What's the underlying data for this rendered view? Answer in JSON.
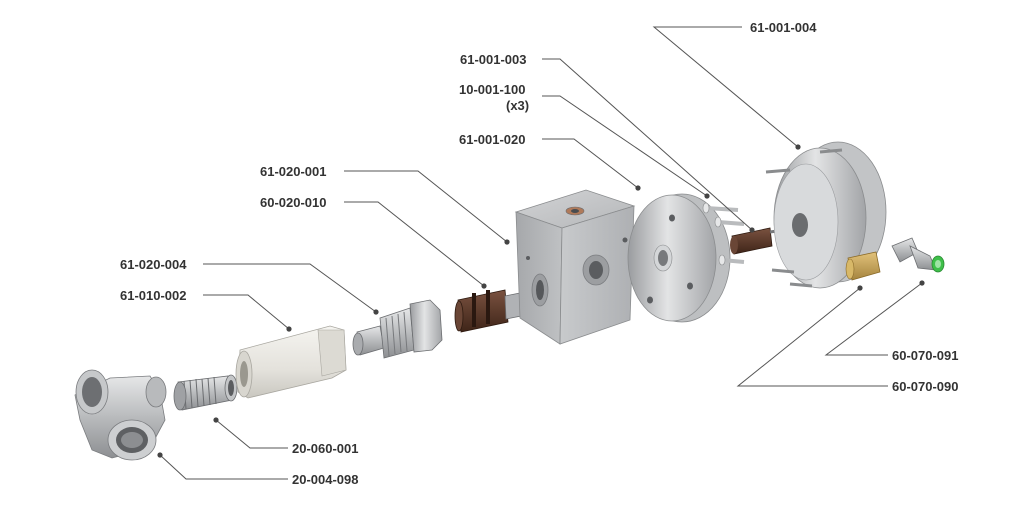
{
  "parts": [
    {
      "id": "p-61-001-004",
      "label": "61-001-004",
      "sub": ""
    },
    {
      "id": "p-61-001-003",
      "label": "61-001-003",
      "sub": ""
    },
    {
      "id": "p-10-001-100",
      "label": "10-001-100",
      "sub": "(x3)"
    },
    {
      "id": "p-61-001-020",
      "label": "61-001-020",
      "sub": ""
    },
    {
      "id": "p-61-020-001",
      "label": "61-020-001",
      "sub": ""
    },
    {
      "id": "p-60-020-010",
      "label": "60-020-010",
      "sub": ""
    },
    {
      "id": "p-61-020-004",
      "label": "61-020-004",
      "sub": ""
    },
    {
      "id": "p-61-010-002",
      "label": "61-010-002",
      "sub": ""
    },
    {
      "id": "p-60-070-091",
      "label": "60-070-091",
      "sub": ""
    },
    {
      "id": "p-60-070-090",
      "label": "60-070-090",
      "sub": ""
    },
    {
      "id": "p-20-060-001",
      "label": "20-060-001",
      "sub": ""
    },
    {
      "id": "p-20-004-098",
      "label": "20-004-098",
      "sub": ""
    }
  ],
  "colors": {
    "label": "#333333",
    "leader": "#555555",
    "metal_light": "#dcdcdc",
    "metal_mid": "#b4b6b8",
    "metal_dark": "#8a8c8e",
    "ivory": "#ecebe6",
    "bronze": "#5a3a28",
    "brass": "#c9a55a",
    "green": "#3fbf4a"
  }
}
